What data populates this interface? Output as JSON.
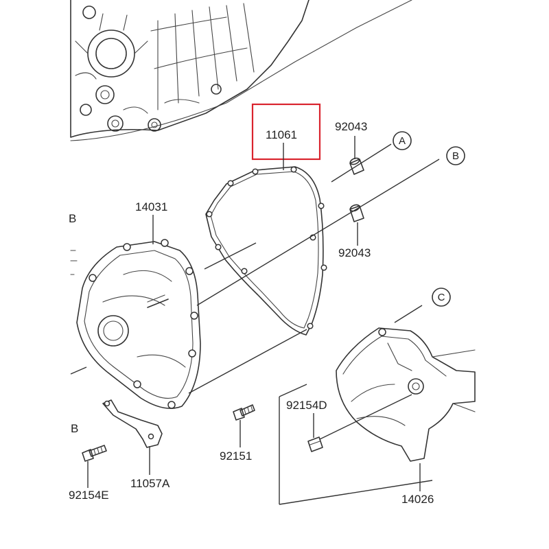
{
  "parts": {
    "p11061": "11061",
    "p92043_top": "92043",
    "p92043_bottom": "92043",
    "p14031": "14031",
    "p92154D": "92154D",
    "p92151": "92151",
    "p11057A": "11057A",
    "p92154E": "92154E",
    "p14026": "14026"
  },
  "refs": {
    "a": "A",
    "b": "B",
    "c": "C",
    "edge_b_upper": "B",
    "edge_b_lower": "B"
  },
  "highlight": {
    "target": "11061",
    "color": "#d9232d"
  }
}
